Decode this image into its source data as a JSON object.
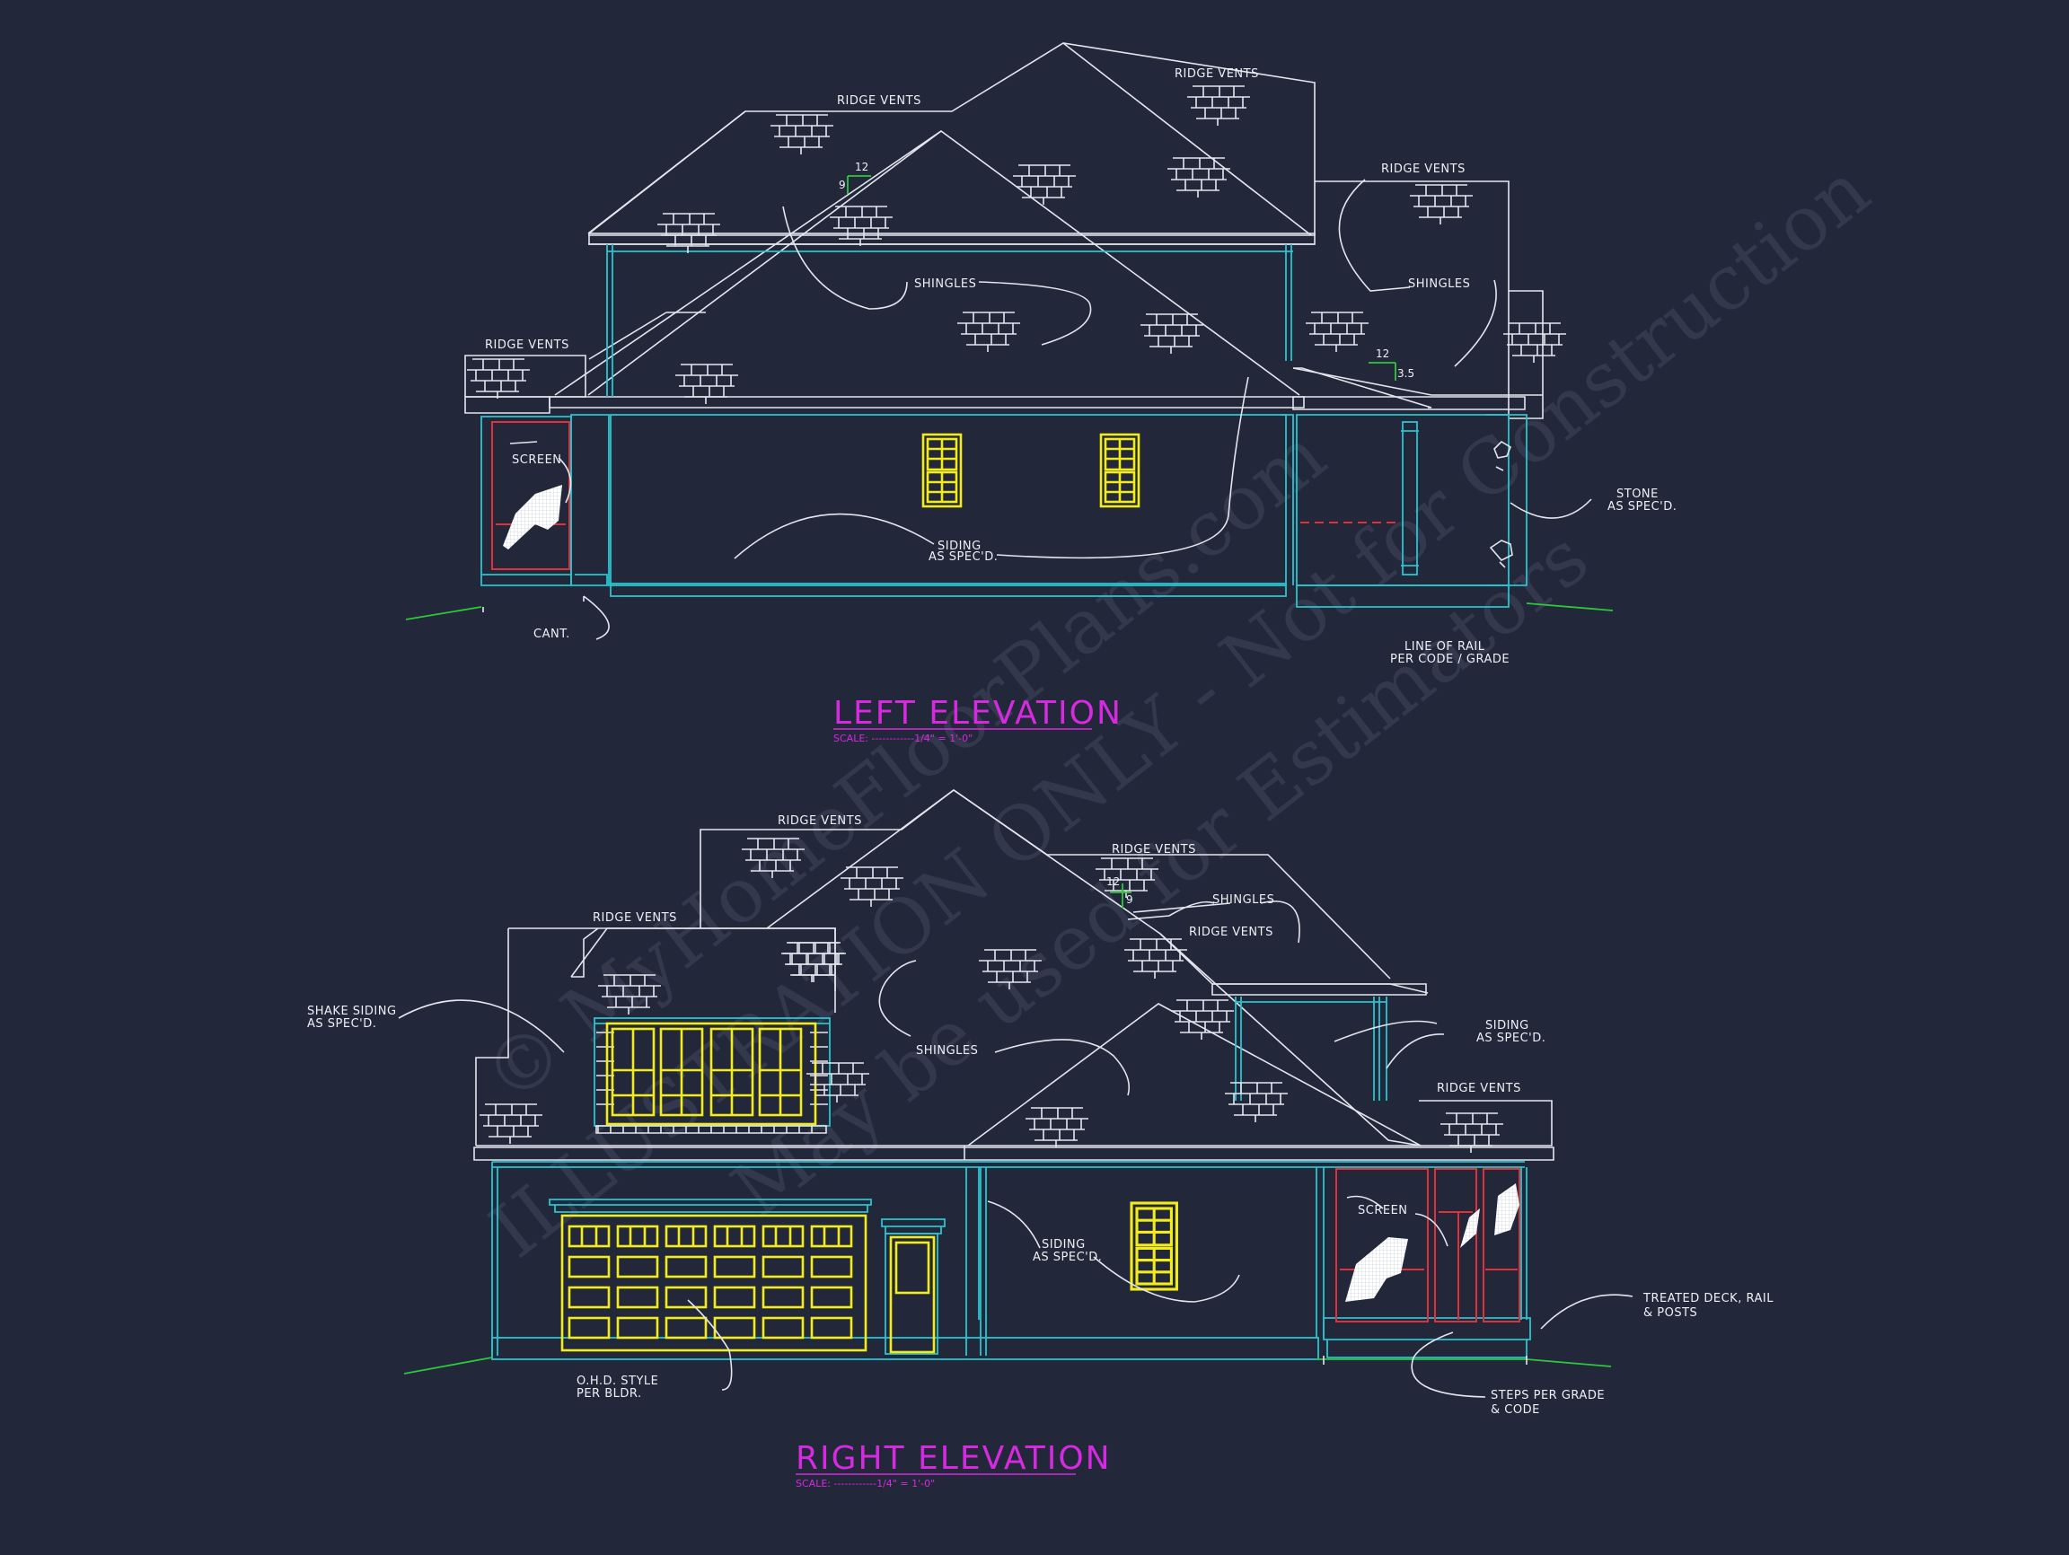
{
  "colors": {
    "background": "#22273a",
    "lines": "#e4e6ee",
    "trim": "#27c4cf",
    "windows": "#f2ec1c",
    "screen": "#e0303a",
    "grade": "#2ec83a",
    "titles": "#d52adf"
  },
  "watermark": {
    "line1": "© MyHomeFloorPlans.com",
    "line2": "ILLUSTRATION ONLY - Not for Construction",
    "line3": "May be used for Estimators"
  },
  "left_elevation": {
    "title": "LEFT ELEVATION",
    "scale": "SCALE: ------------1/4\" = 1'-0\"",
    "notes": {
      "ridge_vents_a": "RIDGE VENTS",
      "ridge_vents_b": "RIDGE VENTS",
      "ridge_vents_c": "RIDGE VENTS",
      "ridge_vents_d": "RIDGE VENTS",
      "shingles_a": "SHINGLES",
      "shingles_b": "SHINGLES",
      "screen": "SCREEN",
      "siding_1": "SIDING",
      "siding_2": "AS SPEC'D.",
      "stone_1": "STONE",
      "stone_2": "AS SPEC'D.",
      "cant": "CANT.",
      "rail_1": "LINE OF RAIL",
      "rail_2": "PER CODE / GRADE"
    },
    "pitches": {
      "main_rise": "9",
      "main_run": "12",
      "porch_run": "12",
      "porch_rise": "3.5"
    }
  },
  "right_elevation": {
    "title": "RIGHT ELEVATION",
    "scale": "SCALE: ------------1/4\" = 1'-0\"",
    "notes": {
      "ridge_vents_a": "RIDGE VENTS",
      "ridge_vents_b": "RIDGE VENTS",
      "ridge_vents_c": "RIDGE VENTS",
      "ridge_vents_d": "RIDGE VENTS",
      "ridge_vents_e": "RIDGE VENTS",
      "shingles_a": "SHINGLES",
      "shingles_b": "SHINGLES",
      "shake_1": "SHAKE SIDING",
      "shake_2": "AS SPEC'D.",
      "siding_a1": "SIDING",
      "siding_a2": "AS SPEC'D.",
      "siding_b1": "SIDING",
      "siding_b2": "AS SPEC'D.",
      "screen": "SCREEN",
      "deck_1": "TREATED DECK, RAIL",
      "deck_2": "& POSTS",
      "steps_1": "STEPS PER GRADE",
      "steps_2": "& CODE",
      "ohd_1": "O.H.D. STYLE",
      "ohd_2": "PER BLDR."
    },
    "pitches": {
      "main_run": "12",
      "main_rise": "9"
    }
  }
}
